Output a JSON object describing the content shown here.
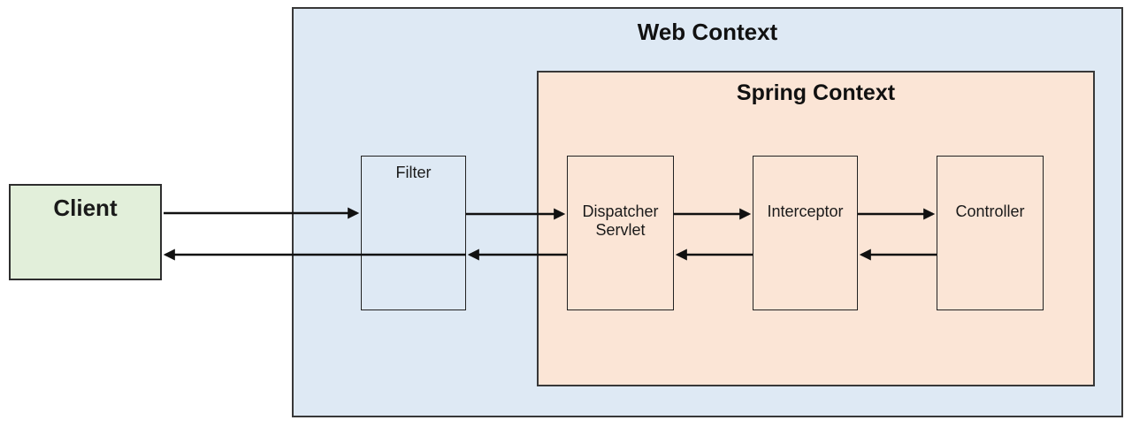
{
  "containers": {
    "web_context": {
      "label": "Web Context",
      "fill": "#dee9f4",
      "border": "#383838"
    },
    "spring_context": {
      "label": "Spring Context",
      "fill": "#fbe5d6",
      "border": "#222222"
    }
  },
  "nodes": {
    "client": {
      "label": "Client",
      "fill": "#e2efda"
    },
    "filter": {
      "label": "Filter",
      "fill": "#dee9f4"
    },
    "dispatcher_servlet": {
      "label": "Dispatcher Servlet",
      "fill": "#fbe5d6"
    },
    "interceptor": {
      "label": "Interceptor",
      "fill": "#fbe5d6"
    },
    "controller": {
      "label": "Controller",
      "fill": "#fbe5d6"
    }
  },
  "edges": [
    {
      "from": "Client",
      "to": "Filter",
      "direction": "right"
    },
    {
      "from": "Filter",
      "to": "Client",
      "direction": "left"
    },
    {
      "from": "Filter",
      "to": "Dispatcher Servlet",
      "direction": "right"
    },
    {
      "from": "Dispatcher Servlet",
      "to": "Filter",
      "direction": "left"
    },
    {
      "from": "Dispatcher Servlet",
      "to": "Interceptor",
      "direction": "right"
    },
    {
      "from": "Interceptor",
      "to": "Dispatcher Servlet",
      "direction": "left"
    },
    {
      "from": "Interceptor",
      "to": "Controller",
      "direction": "right"
    },
    {
      "from": "Controller",
      "to": "Interceptor",
      "direction": "left"
    }
  ],
  "arrow_color": "#111111"
}
